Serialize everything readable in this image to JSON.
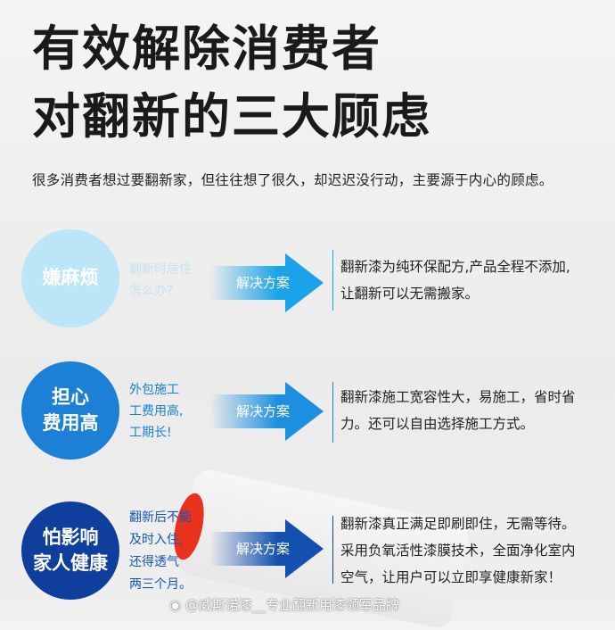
{
  "title": {
    "line1": "有效解除消费者",
    "line2": "对翻新的三大顾虑"
  },
  "subtitle": "很多消费者想过要翻新家，但往往想了很久，却迟迟没行动，主要源于内心的顾虑。",
  "colors": {
    "row1": "#bde5f8",
    "row2": "#1b80d6",
    "row3": "#0f3f9c"
  },
  "rows": [
    {
      "concern": "嫌麻烦",
      "question": [
        "翻新时居住",
        "怎么办?"
      ],
      "arrow": "解决方案",
      "answer": [
        "翻新漆为纯环保配方,产品全程不添加,",
        "让翻新可以无需搬家。"
      ]
    },
    {
      "concern_lines": [
        "担心",
        "费用高"
      ],
      "question": [
        "外包施工",
        "工费用高,",
        "工期长!"
      ],
      "arrow": "解决方案",
      "answer": [
        "翻新漆施工宽容性大，易施工，省时省",
        "力。还可以自由选择施工方式。"
      ]
    },
    {
      "concern_lines": [
        "怕影响",
        "家人健康"
      ],
      "question": [
        "翻新后不能",
        "及时入住,",
        "还得透气",
        "两三个月。"
      ],
      "arrow": "解决方案",
      "answer": [
        "翻新漆真正满足即刷即住，无需等待。",
        "采用负氧活性漆膜技术，全面净化室内",
        "空气，让用户可以立即享健康新家！"
      ]
    }
  ],
  "watermark": "@威斯诺漆__专业翻新用漆领军品牌"
}
